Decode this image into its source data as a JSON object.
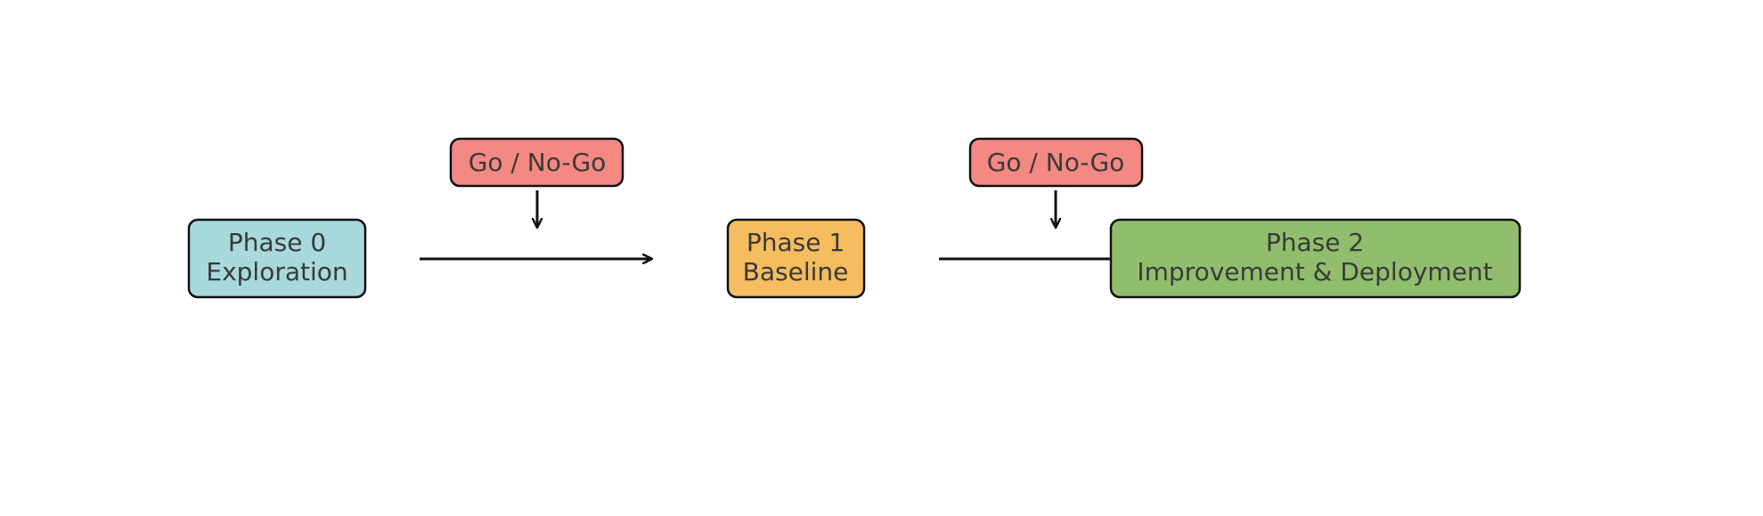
{
  "phases": [
    {
      "line1": "Phase 0",
      "line2": "Exploration",
      "color": "#a7d9dd"
    },
    {
      "line1": "Phase 1",
      "line2": "Baseline",
      "color": "#f5bd5f"
    },
    {
      "line1": "Phase 2",
      "line2": "Improvement & Deployment",
      "color": "#91be6d"
    }
  ],
  "gates": [
    {
      "label": "Go / No-Go",
      "color": "#f48883"
    },
    {
      "label": "Go / No-Go",
      "color": "#f48883"
    }
  ]
}
